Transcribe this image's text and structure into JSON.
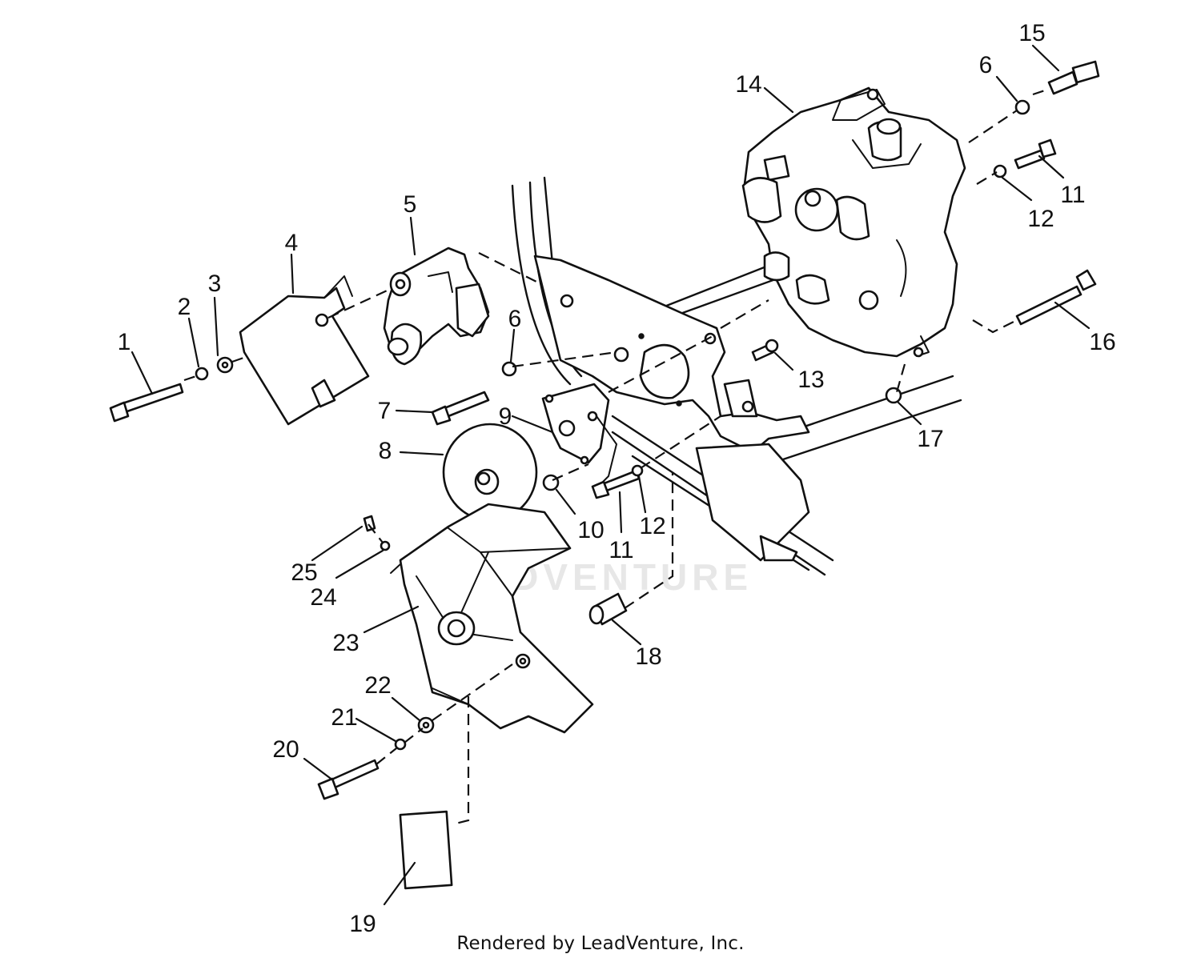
{
  "watermark": "ADVENTURE",
  "credit": "Rendered by LeadVenture, Inc.",
  "callouts": {
    "c1": "1",
    "c2": "2",
    "c3": "3",
    "c4": "4",
    "c5": "5",
    "c6a": "6",
    "c6b": "6",
    "c7": "7",
    "c8": "8",
    "c9": "9",
    "c10": "10",
    "c11a": "11",
    "c11b": "11",
    "c12a": "12",
    "c12b": "12",
    "c13": "13",
    "c14": "14",
    "c15": "15",
    "c16": "16",
    "c17": "17",
    "c18": "18",
    "c19": "19",
    "c20": "20",
    "c21": "21",
    "c22": "22",
    "c23": "23",
    "c24": "24",
    "c25": "25"
  }
}
